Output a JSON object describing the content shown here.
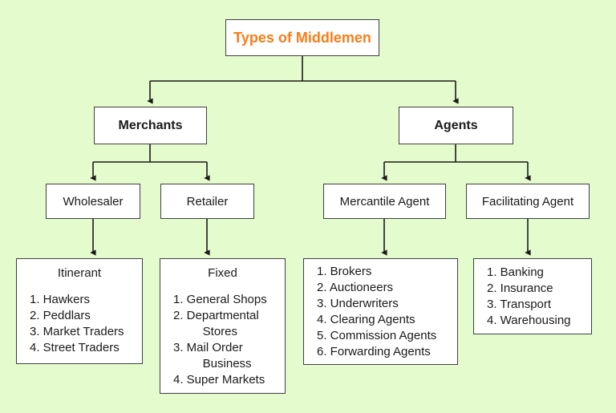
{
  "diagram": {
    "title": "Types of Middlemen",
    "background_color": "#e4fccd",
    "box_fill": "#ffffff",
    "box_border_color": "#3f3f3f",
    "title_color": "#f97d16",
    "text_color": "#1a1a1a",
    "connector_color": "#1a1a1a"
  },
  "nodes": {
    "root": {
      "label": "Types of Middlemen"
    },
    "merchants": {
      "label": "Merchants"
    },
    "agents": {
      "label": "Agents"
    },
    "wholesaler": {
      "label": "Wholesaler"
    },
    "retailer": {
      "label": "Retailer"
    },
    "mercantile_agent": {
      "label": "Mercantile Agent"
    },
    "facilitating_agent": {
      "label": "Facilitating Agent"
    },
    "itinerant": {
      "heading": "Itinerant",
      "items": [
        "1. Hawkers",
        "2. Peddlars",
        "3. Market Traders",
        "4. Street Traders"
      ]
    },
    "fixed": {
      "heading": "Fixed",
      "items": [
        "1. General Shops",
        "2. Departmental\n    Stores",
        "3. Mail Order\n    Business",
        "4. Super Markets"
      ]
    },
    "mercantile_list": {
      "heading": "",
      "items": [
        "1. Brokers",
        "2. Auctioneers",
        "3. Underwriters",
        "4. Clearing Agents",
        "5. Commission Agents",
        "6. Forwarding Agents"
      ]
    },
    "facilitating_list": {
      "heading": "",
      "items": [
        "1. Banking",
        "2. Insurance",
        "3. Transport",
        "4. Warehousing"
      ]
    }
  }
}
